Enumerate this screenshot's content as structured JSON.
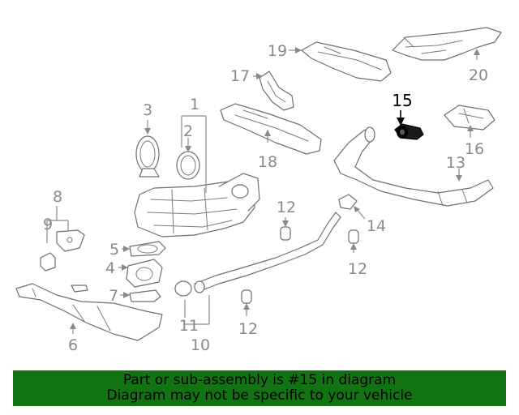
{
  "callouts": {
    "c1": "1",
    "c2": "2",
    "c3": "3",
    "c4": "4",
    "c5": "5",
    "c6": "6",
    "c7": "7",
    "c8": "8",
    "c9": "9",
    "c10": "10",
    "c11": "11",
    "c12a": "12",
    "c12b": "12",
    "c12c": "12",
    "c13": "13",
    "c14": "14",
    "c15": "15",
    "c16": "16",
    "c17": "17",
    "c18": "18",
    "c19": "19",
    "c20": "20"
  },
  "highlight": {
    "part_number": "15",
    "color": "#000000"
  },
  "banner": {
    "line1": "Part or sub-assembly is #15 in diagram",
    "line2": "Diagram may not be specific to your vehicle",
    "background": "#127312"
  }
}
